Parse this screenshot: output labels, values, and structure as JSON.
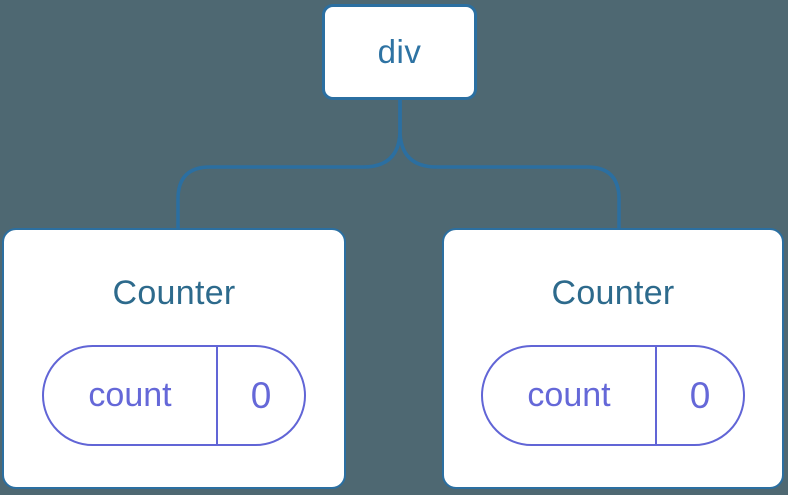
{
  "tree": {
    "root": {
      "label": "div"
    },
    "children": [
      {
        "title": "Counter",
        "state": {
          "key": "count",
          "value": "0"
        }
      },
      {
        "title": "Counter",
        "state": {
          "key": "count",
          "value": "0"
        }
      }
    ]
  },
  "colors": {
    "background": "#4e6872",
    "node_border_blue": "#2b6fa1",
    "root_label_blue": "#2e73a3",
    "component_title_blue": "#2d6a8c",
    "state_purple": "#6165d6",
    "card_background": "#ffffff"
  }
}
